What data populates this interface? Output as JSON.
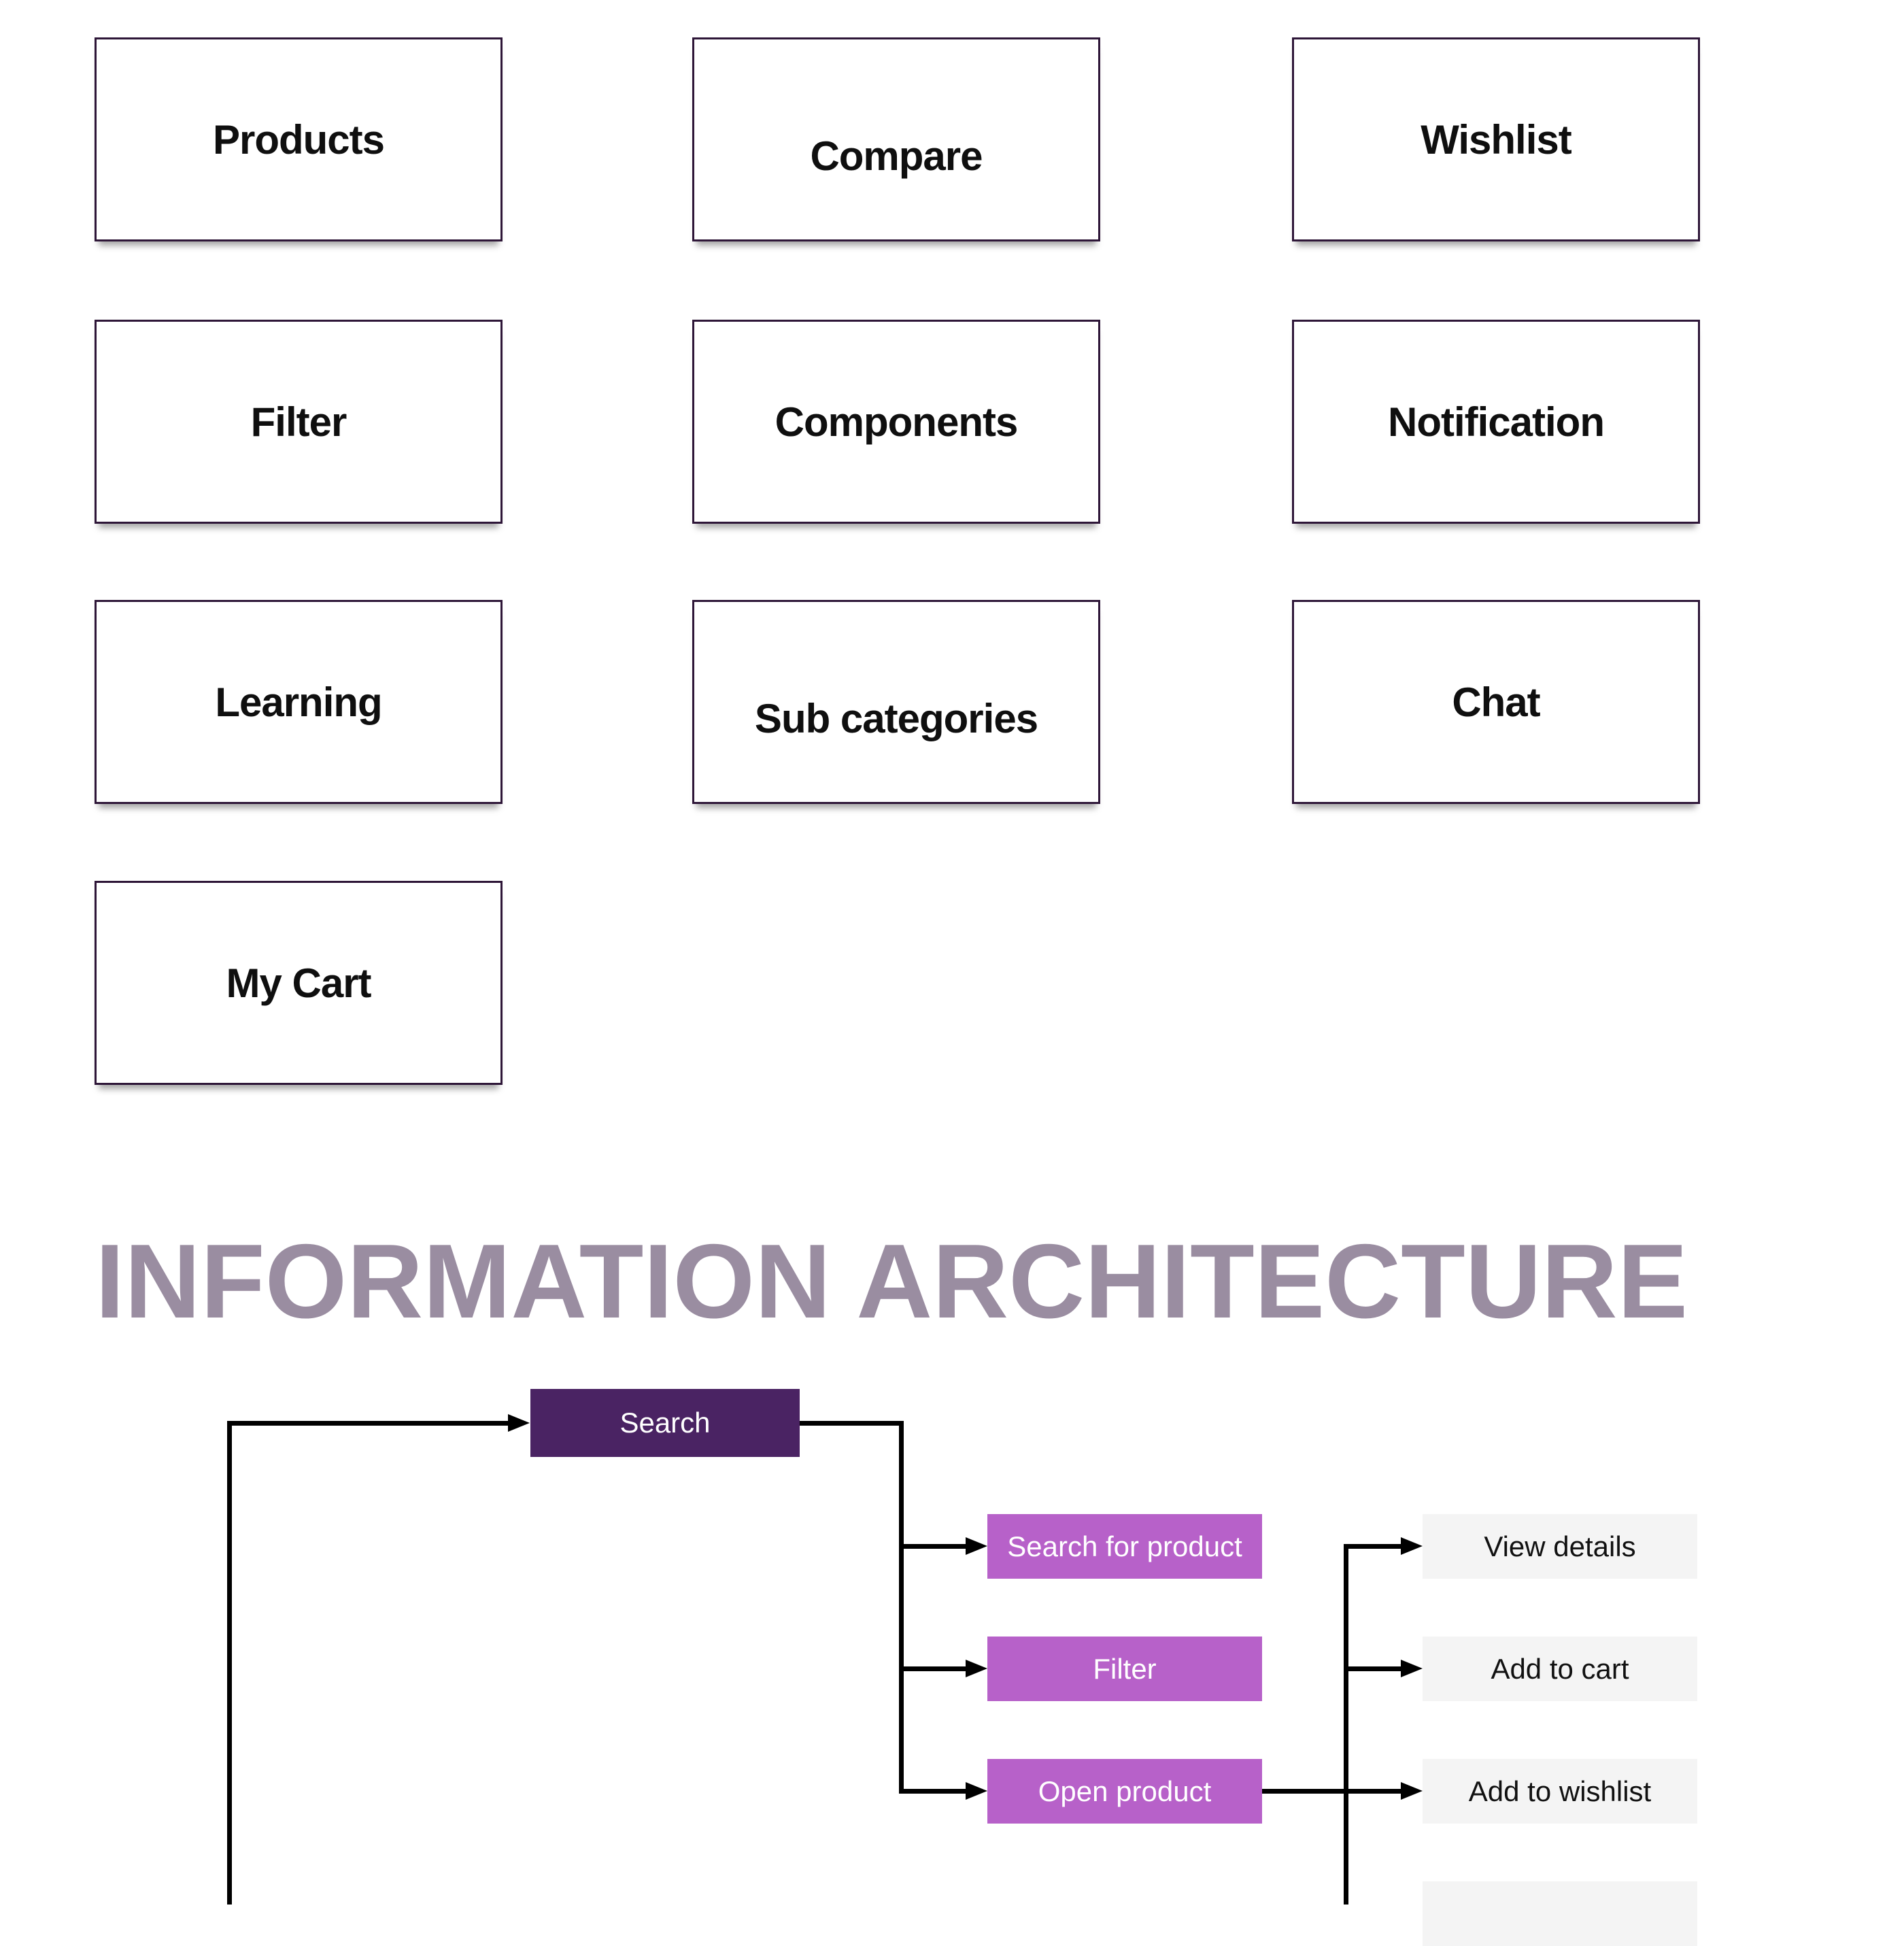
{
  "colors": {
    "node_dark": "#4a2363",
    "node_purple": "#b761c9",
    "node_gray": "#f4f4f4",
    "title": "#9a8da1",
    "line": "#000000",
    "box_border": "#2e1638",
    "box_text": "#0f0f0f"
  },
  "title": {
    "text": "INFORMATION ARCHITECTURE"
  },
  "site_map": {
    "boxes": [
      {
        "label": "Products"
      },
      {
        "label": "Compare"
      },
      {
        "label": "Wishlist"
      },
      {
        "label": "Filter"
      },
      {
        "label": "Components"
      },
      {
        "label": "Notification"
      },
      {
        "label": "Learning"
      },
      {
        "label": "Sub categories"
      },
      {
        "label": "Chat"
      },
      {
        "label": "My Cart"
      }
    ]
  },
  "flowchart": {
    "root": {
      "label": "Search"
    },
    "level2": [
      {
        "label": "Search for product"
      },
      {
        "label": "Filter"
      },
      {
        "label": "Open product"
      }
    ],
    "level3": [
      {
        "label": "View details"
      },
      {
        "label": "Add to cart"
      },
      {
        "label": "Add to wishlist"
      },
      {
        "label": ""
      }
    ]
  }
}
